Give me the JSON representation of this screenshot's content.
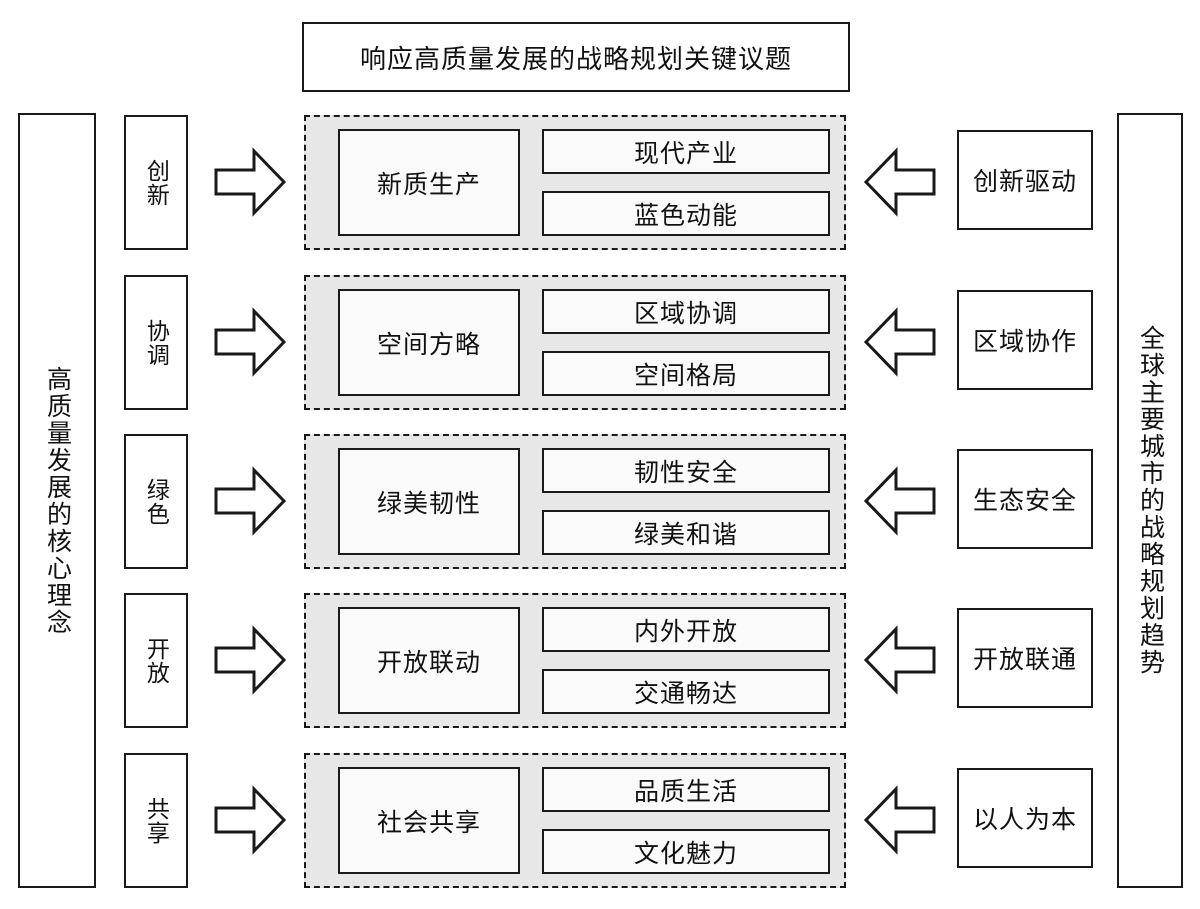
{
  "header": {
    "title": "响应高质量发展的战略规划关键议题"
  },
  "left_panel": {
    "label": "高质量发展的核心理念"
  },
  "right_panel": {
    "label": "全球主要城市的战略规划趋势"
  },
  "colors": {
    "stroke": "#1a1a1a",
    "group_fill": "#e7e7e7",
    "box_fill": "#fafafa",
    "page_bg": "#ffffff"
  },
  "rows": [
    {
      "principle": "创新",
      "core": "新质生产",
      "subs": [
        "现代产业",
        "蓝色动能"
      ],
      "trend": "创新驱动",
      "arrow_in": "arrow-right-icon",
      "arrow_out": "arrow-left-icon"
    },
    {
      "principle": "协调",
      "core": "空间方略",
      "subs": [
        "区域协调",
        "空间格局"
      ],
      "trend": "区域协作",
      "arrow_in": "arrow-right-icon",
      "arrow_out": "arrow-left-icon"
    },
    {
      "principle": "绿色",
      "core": "绿美韧性",
      "subs": [
        "韧性安全",
        "绿美和谐"
      ],
      "trend": "生态安全",
      "arrow_in": "arrow-right-icon",
      "arrow_out": "arrow-left-icon"
    },
    {
      "principle": "开放",
      "core": "开放联动",
      "subs": [
        "内外开放",
        "交通畅达"
      ],
      "trend": "开放联通",
      "arrow_in": "arrow-right-icon",
      "arrow_out": "arrow-left-icon"
    },
    {
      "principle": "共享",
      "core": "社会共享",
      "subs": [
        "品质生活",
        "文化魅力"
      ],
      "trend": "以人为本",
      "arrow_in": "arrow-right-icon",
      "arrow_out": "arrow-left-icon"
    }
  ]
}
